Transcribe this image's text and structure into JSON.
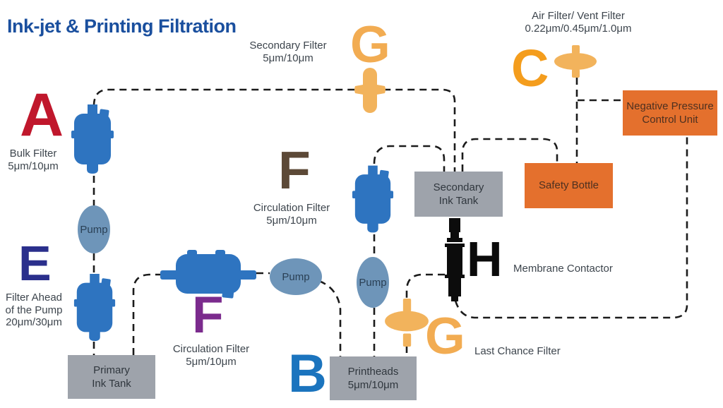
{
  "title": "Ink-jet & Printing Filtration",
  "colors": {
    "title": "#1a4f9e",
    "letter_a": "#c0172c",
    "letter_e": "#2a2f8c",
    "letter_f_purple": "#7b2b8d",
    "letter_f_brown": "#5c4937",
    "letter_b": "#1b74be",
    "letter_g": "#f2ac52",
    "letter_c": "#f49d1d",
    "letter_h": "#0b0b0b",
    "filter_blue": "#2e74c0",
    "filter_orange": "#f2b35c",
    "pump_fill": "#6e95b9",
    "tank_gray": "#9ea3ab",
    "box_orange": "#e4702d",
    "dash_line": "#1b1b1b"
  },
  "nodes": {
    "bulk_filter": {
      "letter": "A",
      "line1": "Bulk Filter",
      "line2": "5μm/10μm"
    },
    "filter_ahead": {
      "letter": "E",
      "line1": "Filter Ahead",
      "line2": "of the Pump",
      "line3": "20μm/30μm"
    },
    "secondary_filter": {
      "letter": "G",
      "line1": "Secondary Filter",
      "line2": "5μm/10μm"
    },
    "circulation_filter_main": {
      "letter": "F",
      "line1": "Circulation Filter",
      "line2": "5μm/10μm"
    },
    "circulation_filter_loop": {
      "letter": "F",
      "line1": "Circulation Filter",
      "line2": "5μm/10μm"
    },
    "air_filter": {
      "letter": "C",
      "line1": "Air Filter/ Vent Filter",
      "line2": "0.22μm/0.45μm/1.0μm"
    },
    "printheads": {
      "letter": "B"
    },
    "last_chance_filter": {
      "letter": "G",
      "label": "Last Chance Filter"
    },
    "membrane_contactor": {
      "letter": "H",
      "label": "Membrane Contactor"
    }
  },
  "boxes": {
    "primary_ink_tank": {
      "line1": "Primary",
      "line2": "Ink Tank"
    },
    "printheads": {
      "line1": "Printheads",
      "line2": "5μm/10μm"
    },
    "secondary_ink_tank": {
      "line1": "Secondary",
      "line2": "Ink Tank"
    },
    "safety_bottle": {
      "label": "Safety Bottle"
    },
    "negative_pressure_unit": {
      "line1": "Negative Pressure",
      "line2": "Control Unit"
    }
  },
  "pump_label": "Pump"
}
